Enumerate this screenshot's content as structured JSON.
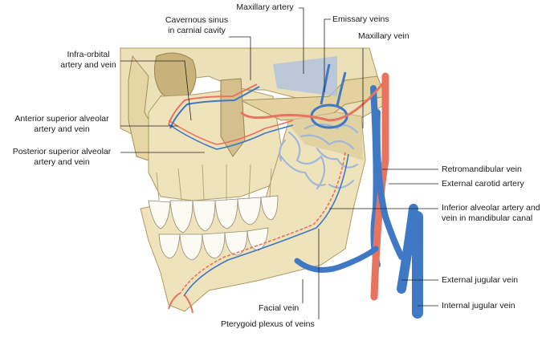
{
  "labels": {
    "maxillary_artery": "Maxillary artery",
    "cavernous_sinus": "Cavernous sinus\nin carnial cavity",
    "emissary_veins": "Emissary veins",
    "maxillary_vein": "Maxillary vein",
    "infra_orbital": "Infra-orbital\nartery and vein",
    "anterior_superior_alveolar": "Anterior superior alveolar\nartery and vein",
    "posterior_superior_alveolar": "Posterior superior alveolar\nartery and vein",
    "retromandibular_vein": "Retromandibular vein",
    "external_carotid_artery": "External carotid artery",
    "inferior_alveolar": "Inferior alveolar artery and\nvein in mandibular canal",
    "external_jugular_vein": "External jugular vein",
    "internal_jugular_vein": "Internal jugular vein",
    "facial_vein": "Facial vein",
    "pterygoid_plexus": "Pterygoid plexus of veins"
  },
  "colors": {
    "bone": "#ece0b8",
    "bone_shadow": "#d2bf8c",
    "artery": "#e8735f",
    "vein": "#3f79c6",
    "plexus": "#9fb8d8",
    "leader": "#222222"
  }
}
